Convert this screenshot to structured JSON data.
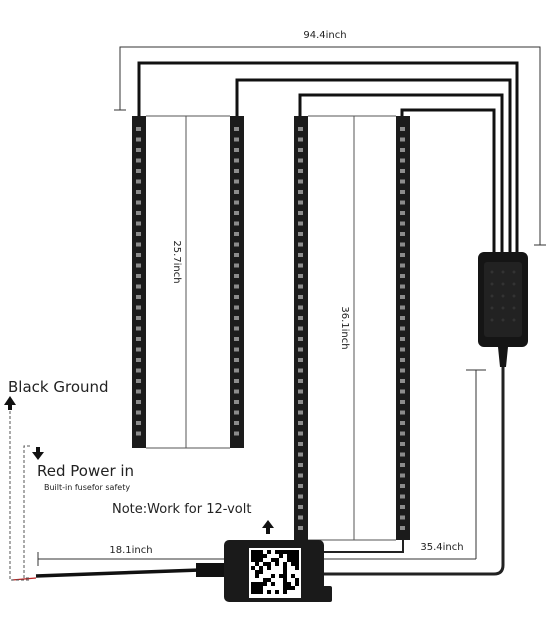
{
  "dimensions": {
    "top_length": "94.4inch",
    "short_strip_length": "25.7inch",
    "long_strip_length": "36.1inch",
    "left_cable_length": "18.1inch",
    "right_cable_length": "35.4inch"
  },
  "labels": {
    "black_ground": "Black Ground",
    "red_power": "Red Power in",
    "fuse_note": "Built-in fusefor safety",
    "voltage_note": "Note:Work for 12-volt"
  },
  "colors": {
    "strip": "#1b1b1b",
    "led": "#8c8c8c",
    "wire": "#111111",
    "dim_line": "#333333",
    "ground_dash": "#555555"
  }
}
